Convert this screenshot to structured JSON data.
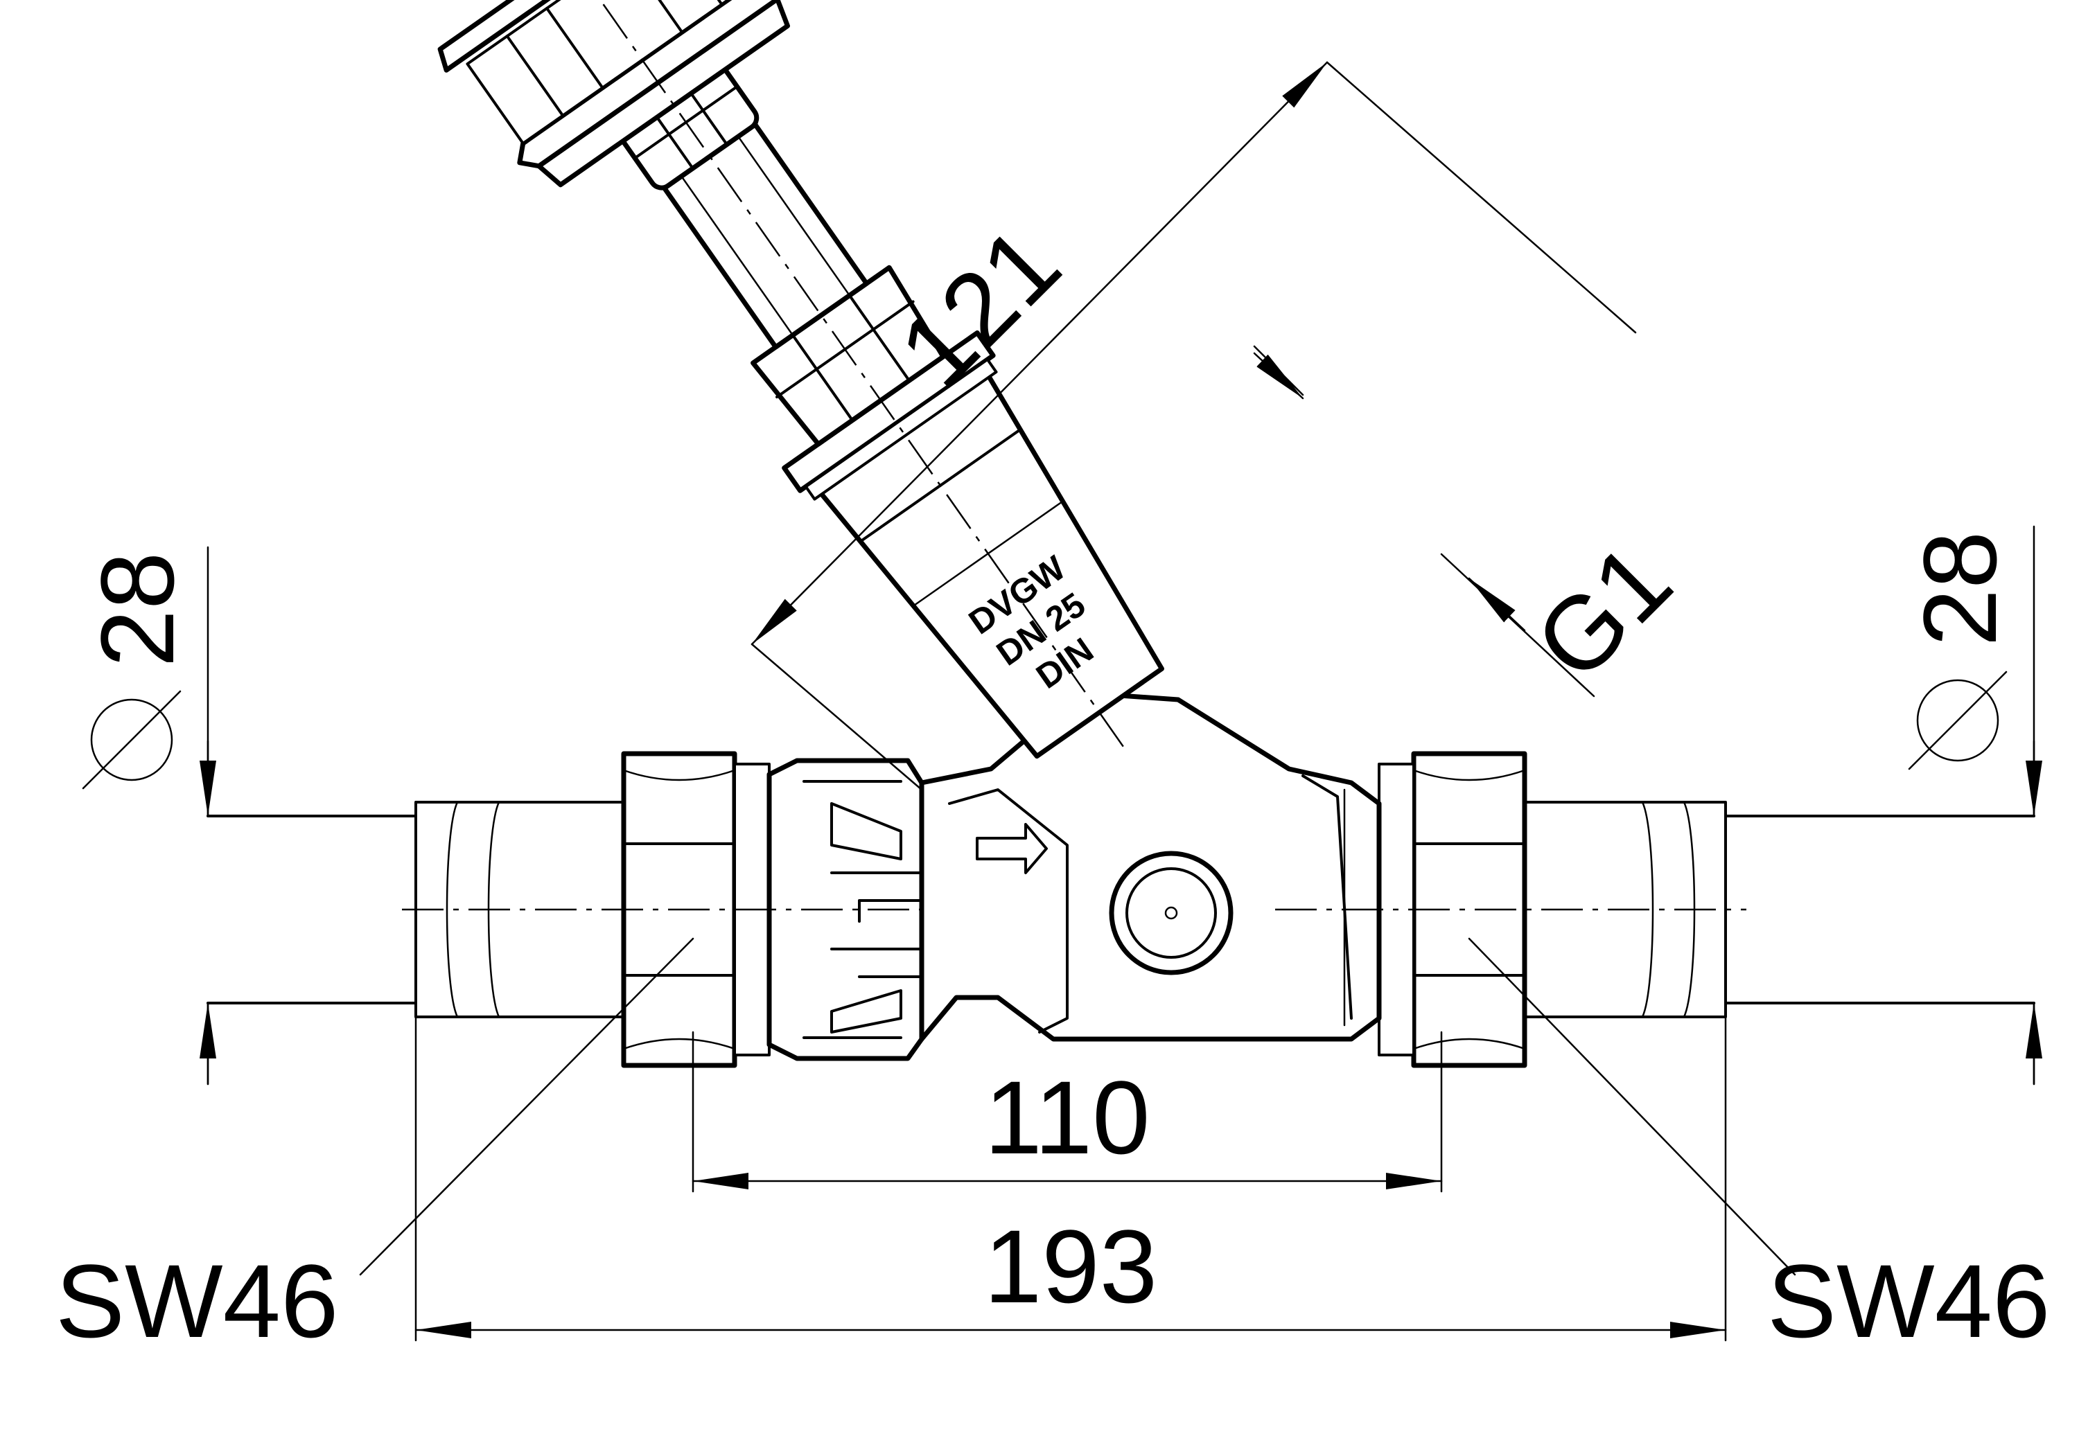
{
  "dimensions": {
    "handle_height": "121",
    "thread": "G1",
    "pipe_diameter_left": "28",
    "pipe_diameter_right": "28",
    "nut_spacing": "110",
    "overall_length": "193",
    "wrench_size_left": "SW46",
    "wrench_size_right": "SW46"
  },
  "body_marking": [
    "DVGW",
    "DN 25",
    "DIN"
  ]
}
